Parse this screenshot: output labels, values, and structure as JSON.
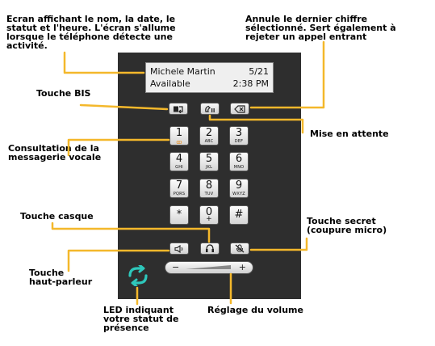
{
  "callouts": {
    "ecran": [
      "Ecran affichant le nom, la date, le",
      "statut et l'heure. L'écran s'allume",
      "lorsque le téléphone détecte une",
      "activité."
    ],
    "annule": [
      "Annule le dernier chiffre",
      "sélectionné. Sert également à",
      "rejeter un appel entrant"
    ],
    "bis": [
      "Touche BIS"
    ],
    "attente": [
      "Mise en attente"
    ],
    "messagerie": [
      "Consultation de la",
      "messagerie vocale"
    ],
    "casque": [
      "Touche casque"
    ],
    "secret": [
      "Touche secret",
      "(coupure micro)"
    ],
    "hautparleur": [
      "Touche",
      "haut-parleur"
    ],
    "volume": [
      "Réglage du volume"
    ],
    "led": [
      "LED indiquant",
      "votre statut de",
      "présence"
    ]
  },
  "screen": {
    "name": "Michele Martin",
    "date": "5/21",
    "status": "Available",
    "time": "2:38 PM"
  },
  "keypad": [
    {
      "digit": "1",
      "letters": "",
      "voicemail": "ꝏ"
    },
    {
      "digit": "2",
      "letters": "ABC"
    },
    {
      "digit": "3",
      "letters": "DEF"
    },
    {
      "digit": "4",
      "letters": "GHI"
    },
    {
      "digit": "5",
      "letters": "JKL"
    },
    {
      "digit": "6",
      "letters": "MNO"
    },
    {
      "digit": "7",
      "letters": "PQRS"
    },
    {
      "digit": "8",
      "letters": "TUV"
    },
    {
      "digit": "9",
      "letters": "WXYZ"
    },
    {
      "digit": "*",
      "letters": ""
    },
    {
      "digit": "0",
      "letters": "+"
    },
    {
      "digit": "#",
      "letters": ""
    }
  ],
  "volume": {
    "minus": "−",
    "plus": "+"
  },
  "colors": {
    "panel": "#2e2e2e",
    "leader": "#f4b82b",
    "led": "#2ec7bb",
    "voicemail": "#e98a15"
  },
  "icons": {
    "redial": "redial-icon",
    "hold": "hold-icon",
    "backspace": "backspace-icon",
    "speaker": "speaker-icon",
    "headset": "headset-icon",
    "mute": "mute-icon",
    "presence": "presence-led-icon"
  }
}
